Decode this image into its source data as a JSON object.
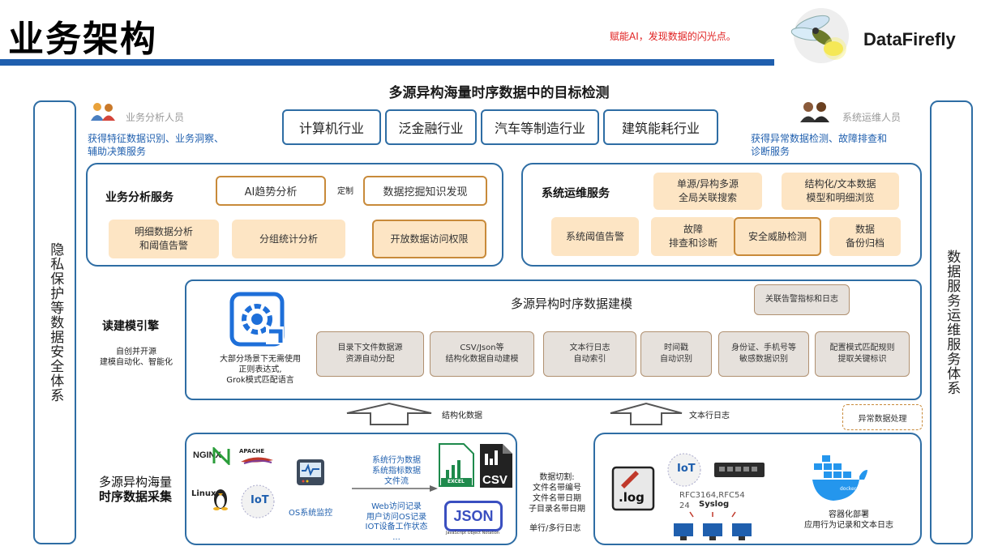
{
  "header": {
    "title": "业务架构",
    "slogan": "赋能AI，发现数据的闪光点。",
    "brand": "DataFirefly"
  },
  "main_title": "多源异构海量时序数据中的目标检测",
  "left_sidebar": "隐私保护等数据安全体系",
  "right_sidebar": "数据服务运维服务体系",
  "personas": {
    "analyst": {
      "name": "业务分析人员",
      "desc_line1": "获得特征数据识别、业务洞察、",
      "desc_line2": "辅助决策服务"
    },
    "ops": {
      "name": "系统运维人员",
      "desc_line1": "获得异常数据检测、故障排查和",
      "desc_line2": "诊断服务"
    }
  },
  "industries": [
    "计算机行业",
    "泛金融行业",
    "汽车等制造行业",
    "建筑能耗行业"
  ],
  "business_service": {
    "title": "业务分析服务",
    "ai_trend": "AI趋势分析",
    "custom": "定制",
    "data_mining": "数据挖掘知识发现",
    "detail_1": "明细数据分析",
    "detail_2": "和阈值告警",
    "group_stats": "分组统计分析",
    "open_access": "开放数据访问权限"
  },
  "ops_service": {
    "title": "系统运维服务",
    "search_1": "单源/异构多源",
    "search_2": "全局关联搜索",
    "browse_1": "结构化/文本数据",
    "browse_2": "模型和明细浏览",
    "threshold": "系统阈值告警",
    "fault_1": "故障",
    "fault_2": "排查和诊断",
    "security": "安全威胁检测",
    "backup_1": "数据",
    "backup_2": "备份归档"
  },
  "modeling": {
    "engine_title": "读建模引擎",
    "engine_desc_1": "自创并开源",
    "engine_desc_2": "建模自动化、智能化",
    "section_title": "多源异构时序数据建模",
    "icon_text_1": "大部分场景下无需使用",
    "icon_text_2": "正则表达式,",
    "icon_text_3": "Grok模式匹配语言",
    "alarm_box": "关联告警指标和日志",
    "boxes": [
      {
        "l1": "目录下文件数据源",
        "l2": "资源自动分配"
      },
      {
        "l1": "CSV/Json等",
        "l2": "结构化数据自动建模"
      },
      {
        "l1": "文本行日志",
        "l2": "自动索引"
      },
      {
        "l1": "时间戳",
        "l2": "自动识别"
      },
      {
        "l1": "身份证、手机号等",
        "l2": "敏感数据识别"
      },
      {
        "l1": "配置模式匹配规则",
        "l2": "提取关键标识"
      }
    ]
  },
  "flow": {
    "structured": "结构化数据",
    "text_log": "文本行日志",
    "anomaly": "异常数据处理"
  },
  "collection": {
    "title_1": "多源异构海量",
    "title_2": "时序数据采集",
    "nginx": "NGINX",
    "apache": "APACHE",
    "linux": "Linux",
    "iot": "IoT",
    "os_monitor": "OS系统监控",
    "arrow_top_1": "系统行为数据",
    "arrow_top_2": "系统指标数据",
    "arrow_top_3": "文件流",
    "arrow_bot_1": "Web访问记录",
    "arrow_bot_2": "用户访问OS记录",
    "arrow_bot_3": "IOT设备工作状态",
    "arrow_bot_4": "...",
    "excel": "EXCEL",
    "csv": "CSV",
    "json": "JSON",
    "json_sub": "JavaScript Object Notation",
    "cut_1": "数据切割:",
    "cut_2": "文件名带编号",
    "cut_3": "文件名带日期",
    "cut_4": "子目录名带日期",
    "single_multi": "单行/多行日志",
    "log_label": ".log",
    "rfc": "RFC3164,RFC54",
    "rfc_24": "24",
    "syslog": "Syslog",
    "docker": "docker",
    "container_1": "容器化部署",
    "container_2": "应用行为记录和文本日志"
  },
  "colors": {
    "blue": "#1f5fae",
    "border": "#2e6da4",
    "peach": "#fde5c4",
    "orange_border": "#c88a3a",
    "red": "#e02020"
  }
}
